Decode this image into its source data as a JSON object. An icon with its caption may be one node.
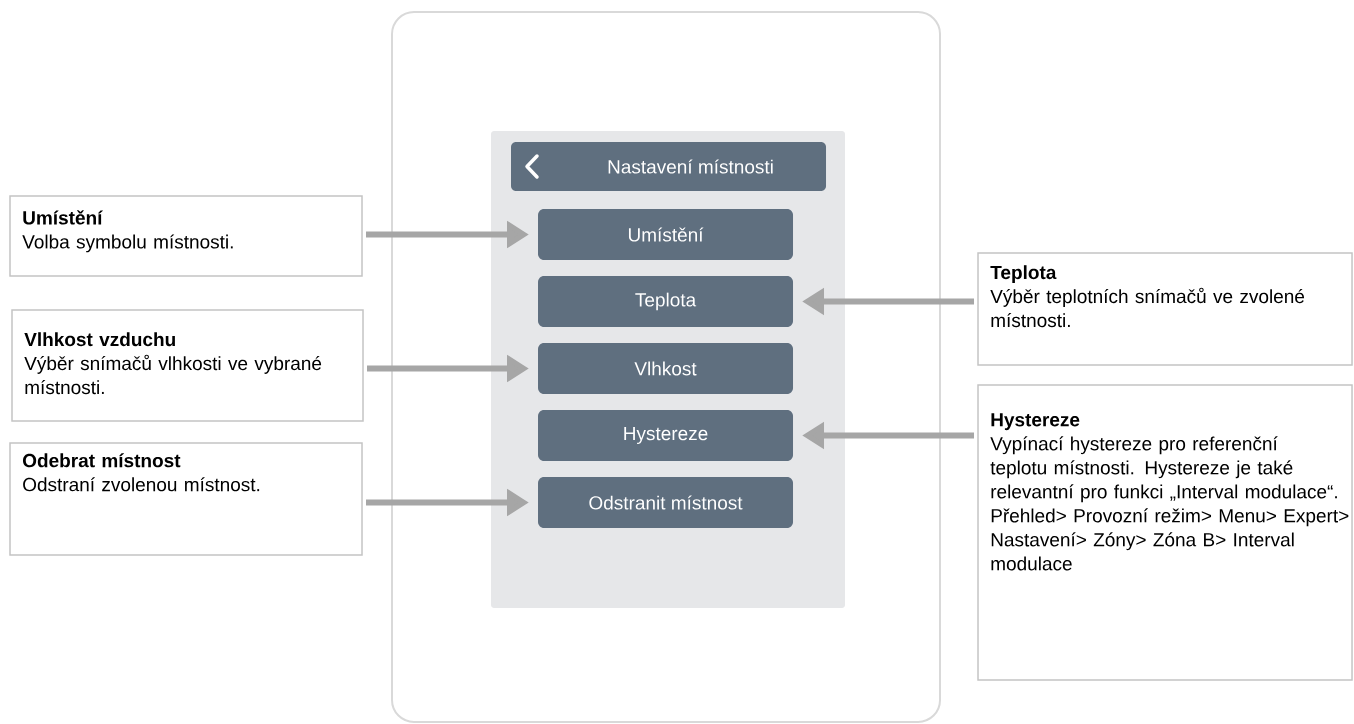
{
  "diagram": {
    "nodes": [
      {
        "text": [],
        "shape": "box"
      },
      {
        "text": [],
        "shape": "box",
        "in": 0
      },
      {
        "text": [
          "Nastavení místnosti"
        ],
        "in": 1
      },
      {
        "text": [
          "Umístění"
        ],
        "in": 1
      },
      {
        "text": [
          "Teplota"
        ],
        "in": 1
      },
      {
        "text": [
          "Vlhkost"
        ],
        "in": 1
      },
      {
        "text": [
          "Hystereze"
        ],
        "in": 1
      },
      {
        "text": [
          "Odstranit místnost"
        ],
        "in": 1
      },
      {
        "text": [
          "Umístění",
          "Volba symbolu místnosti."
        ]
      },
      {
        "text": [
          "Vlhkost vzduchu",
          "Výběr snímačů vlhkosti ve vybrané místnosti."
        ]
      },
      {
        "text": [
          "Odebrat místnost",
          "Odstraní zvolenou místnost."
        ]
      },
      {
        "text": [
          "Teplota",
          "Výběr teplotních snímačů ve zvolené místnosti."
        ]
      },
      {
        "text": [
          "Hystereze",
          "Vypínací hystereze pro referenční teplotu místnosti. Hystereze je také relevantní pro funkci „Interval modulace“. Přehled> Provozní režim> Menu> Expert> Nastavení> Zóny> Zóna B> Interval modulace"
        ]
      }
    ],
    "edges": [
      {
        "from": 8,
        "to": 3,
        "arrow": "to"
      },
      {
        "from": 11,
        "to": 4,
        "arrow": "to"
      },
      {
        "from": 9,
        "to": 5,
        "arrow": "to"
      },
      {
        "from": 12,
        "to": 6,
        "arrow": "to"
      },
      {
        "from": 10,
        "to": 7,
        "arrow": "to"
      }
    ]
  }
}
